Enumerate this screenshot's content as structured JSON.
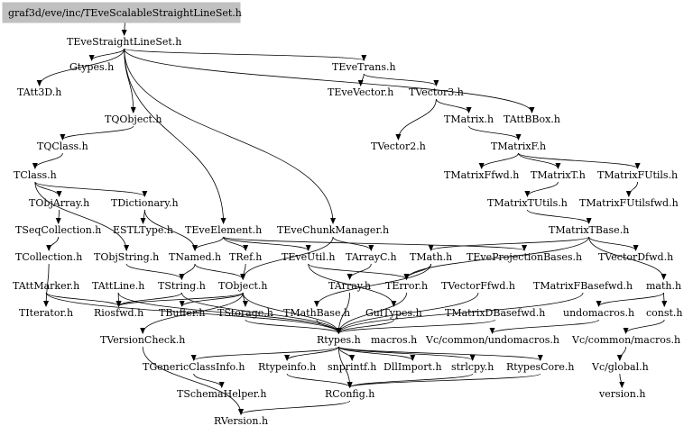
{
  "colors": {
    "root_fill": "#c0c0c0",
    "edge": "#000000",
    "background": "#ffffff"
  },
  "nodes": {
    "root": "graf3d/eve/inc/TEveScalableStraightLineSet.h",
    "straight": "TEveStraightLineSet.h",
    "gtypes": "Gtypes.h",
    "evetrans": "TEveTrans.h",
    "att3d": "TAtt3D.h",
    "evevector": "TEveVector.h",
    "vector3": "TVector3.h",
    "qobject": "TQObject.h",
    "matrix": "TMatrix.h",
    "attbbox": "TAttBBox.h",
    "qclass": "TQClass.h",
    "vector2": "TVector2.h",
    "matrixf": "TMatrixF.h",
    "tclass": "TClass.h",
    "matrixffwd": "TMatrixFfwd.h",
    "matrixt": "TMatrixT.h",
    "matrixfutils": "TMatrixFUtils.h",
    "objarray": "TObjArray.h",
    "dictionary": "TDictionary.h",
    "matrixtutils": "TMatrixTUtils.h",
    "matrixfutilsfwd": "TMatrixFUtilsfwd.h",
    "seqcollection": "TSeqCollection.h",
    "estltype": "ESTLType.h",
    "eveelement": "TEveElement.h",
    "evechunkmanager": "TEveChunkManager.h",
    "matrixtbase": "TMatrixTBase.h",
    "collection": "TCollection.h",
    "objstring": "TObjString.h",
    "named": "TNamed.h",
    "ref": "TRef.h",
    "eveutil": "TEveUtil.h",
    "arrayc": "TArrayC.h",
    "math": "TMath.h",
    "eveprojectionbases": "TEveProjectionBases.h",
    "vectordfwd": "TVectorDfwd.h",
    "attmarker": "TAttMarker.h",
    "attline": "TAttLine.h",
    "string": "TString.h",
    "object": "TObject.h",
    "array": "TArray.h",
    "error": "TError.h",
    "vectorffwd": "TVectorFfwd.h",
    "matrixfbasefwd": "TMatrixFBasefwd.h",
    "mathh": "math.h",
    "iterator": "TIterator.h",
    "riosfwd": "Riosfwd.h",
    "buffer": "TBuffer.h",
    "storage": "TStorage.h",
    "mathbase": "TMathBase.h",
    "guitypes": "GuiTypes.h",
    "matrixdbasefwd": "TMatrixDBasefwd.h",
    "undomacros": "undomacros.h",
    "consth": "const.h",
    "versioncheck": "TVersionCheck.h",
    "rtypes": "Rtypes.h",
    "macros": "macros.h",
    "vcundomacros": "Vc/common/undomacros.h",
    "vcmacros": "Vc/common/macros.h",
    "genericclassinfo": "TGenericClassInfo.h",
    "rtypeinfo": "Rtypeinfo.h",
    "snprintf": "snprintf.h",
    "dllimport": "DllImport.h",
    "strlcpy": "strlcpy.h",
    "rtypescore": "RtypesCore.h",
    "vcglobal": "Vc/global.h",
    "schemahelper": "TSchemaHelper.h",
    "rconfig": "RConfig.h",
    "version": "version.h",
    "rversion": "RVersion.h"
  }
}
